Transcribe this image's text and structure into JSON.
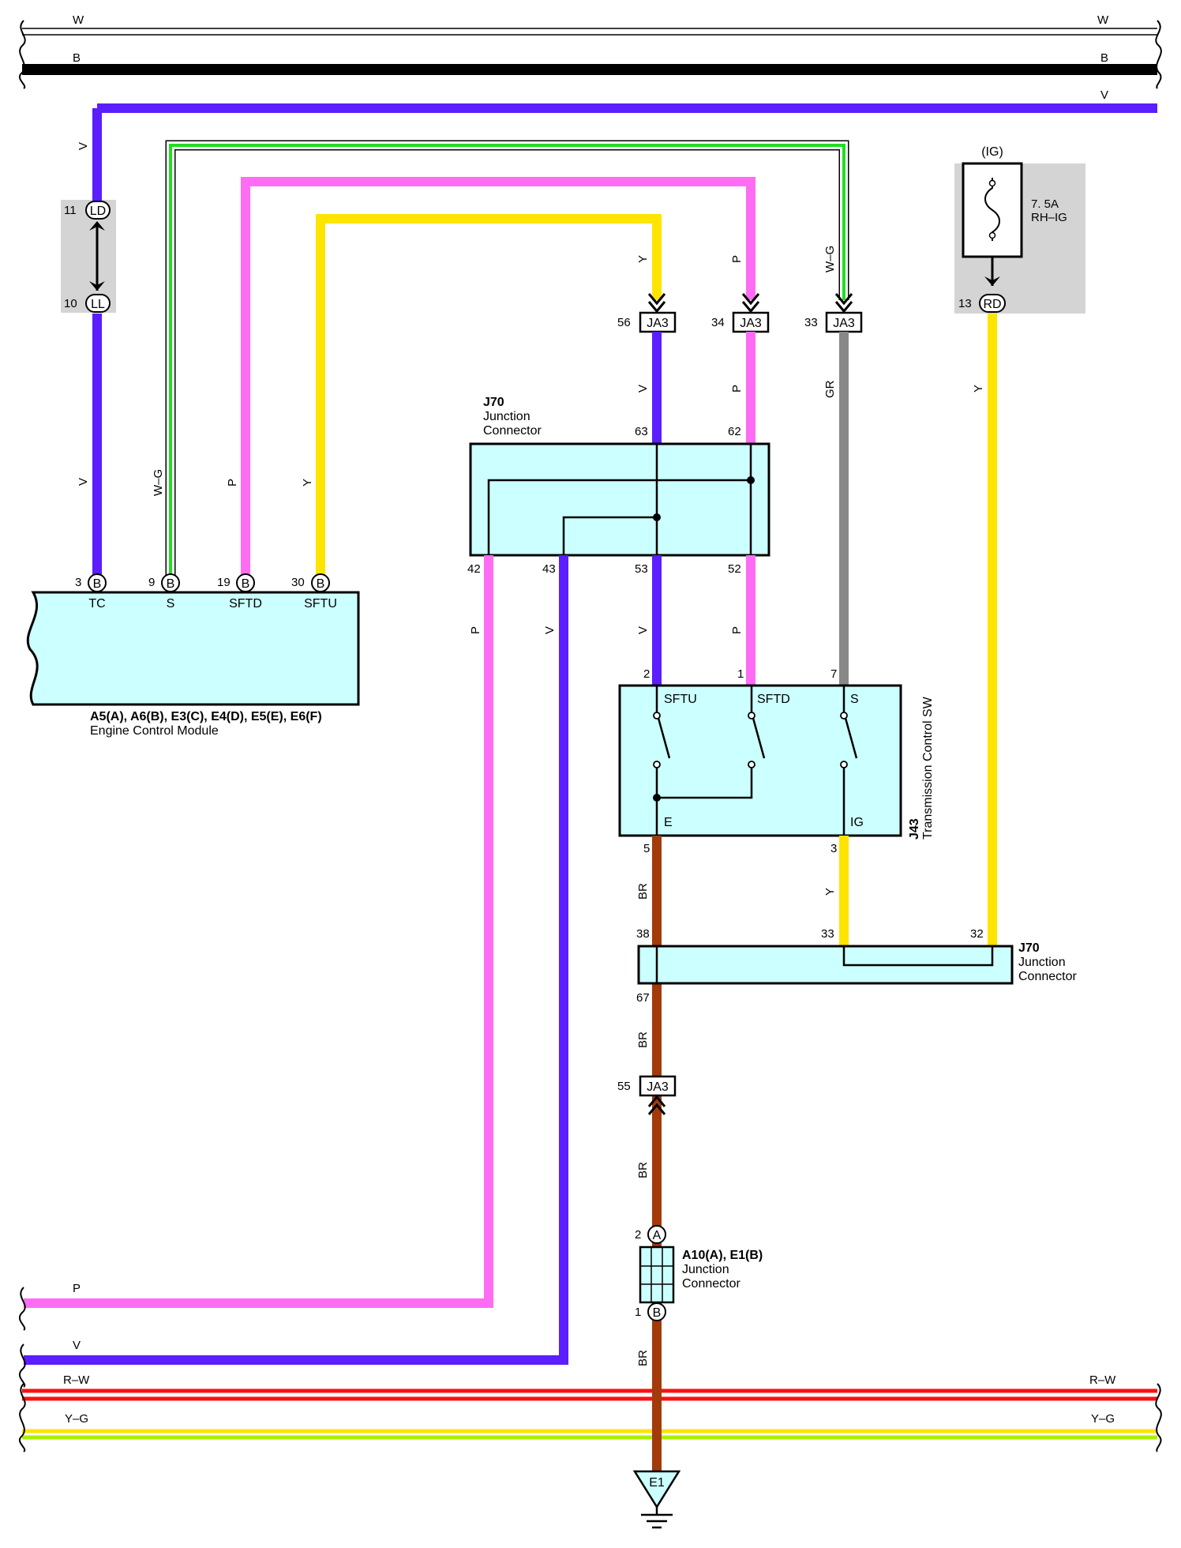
{
  "colors": {
    "W": "#ffffff",
    "B": "#000000",
    "V": "#5a1eff",
    "W-G": "#22dd22",
    "P": "#ff6cf4",
    "Y": "#ffe400",
    "GR": "#888888",
    "BR": "#a23a0a",
    "R-W": "#ff1010",
    "Y-G": "#aaf000",
    "box_fill": "#ccffff",
    "shade": "#d4d4d4"
  },
  "bus": {
    "w_left": "W",
    "w_right": "W",
    "b_left": "B",
    "b_right": "B",
    "v_right": "V",
    "rw_left": "R–W",
    "rw_right": "R–W",
    "yg_left": "Y–G",
    "yg_right": "Y–G",
    "p_left": "P",
    "v_left": "V"
  },
  "wires": {
    "v_upper": "V",
    "v_lower": "V",
    "wg_ecm": "W–G",
    "p_ecm": "P",
    "y_ecm": "Y",
    "y_ja3": "Y",
    "p_ja3": "P",
    "wg_ja3": "W–G",
    "v_ja3_down": "V",
    "p_ja3_down": "P",
    "gr_ja3_down": "GR",
    "y_fuse_down": "Y",
    "p_j70_42": "P",
    "v_j70_43": "V",
    "v_j70_53": "V",
    "p_j70_52": "P",
    "br_sw_e": "BR",
    "y_sw_ig": "Y",
    "br_below_j70": "BR",
    "br_below_ja3": "BR",
    "br_below_a10": "BR"
  },
  "ld_ll": {
    "ld_pin": "11",
    "ld_code": "LD",
    "ll_pin": "10",
    "ll_code": "LL"
  },
  "fuse": {
    "ig_label": "(IG)",
    "rating": "7. 5A",
    "name": "RH–IG",
    "rd_pin": "13",
    "rd_code": "RD"
  },
  "ja3_top": [
    {
      "pin": "56",
      "code": "JA3"
    },
    {
      "pin": "34",
      "code": "JA3"
    },
    {
      "pin": "33",
      "code": "JA3"
    }
  ],
  "j70_top": {
    "code": "J70",
    "line1": "Junction",
    "line2": "Connector",
    "pins": {
      "p63": "63",
      "p62": "62",
      "p42": "42",
      "p43": "43",
      "p53": "53",
      "p52": "52"
    }
  },
  "ecm": {
    "title": "A5(A), A6(B), E3(C), E4(D), E5(E), E6(F)",
    "subtitle": "Engine Control Module",
    "terminals": [
      {
        "pin": "3",
        "code": "B",
        "name": "TC"
      },
      {
        "pin": "9",
        "code": "B",
        "name": "S"
      },
      {
        "pin": "19",
        "code": "B",
        "name": "SFTD"
      },
      {
        "pin": "30",
        "code": "B",
        "name": "SFTU"
      }
    ]
  },
  "switch": {
    "code": "J43",
    "name": "Transmission Control SW",
    "pins": {
      "sftu": "2",
      "sftd": "1",
      "s": "7",
      "e": "5",
      "ig": "3"
    },
    "terms": {
      "sftu": "SFTU",
      "sftd": "SFTD",
      "s": "S",
      "e": "E",
      "ig": "IG"
    }
  },
  "j70_mid": {
    "code": "J70",
    "line1": "Junction",
    "line2": "Connector",
    "pins": {
      "p38": "38",
      "p33": "33",
      "p32": "32",
      "p67": "67"
    }
  },
  "ja3_bottom": {
    "pin": "55",
    "code": "JA3"
  },
  "a10": {
    "title": "A10(A), E1(B)",
    "line1": "Junction",
    "line2": "Connector",
    "pin_a": "2",
    "code_a": "A",
    "pin_b": "1",
    "code_b": "B"
  },
  "ground": {
    "code": "E1"
  }
}
